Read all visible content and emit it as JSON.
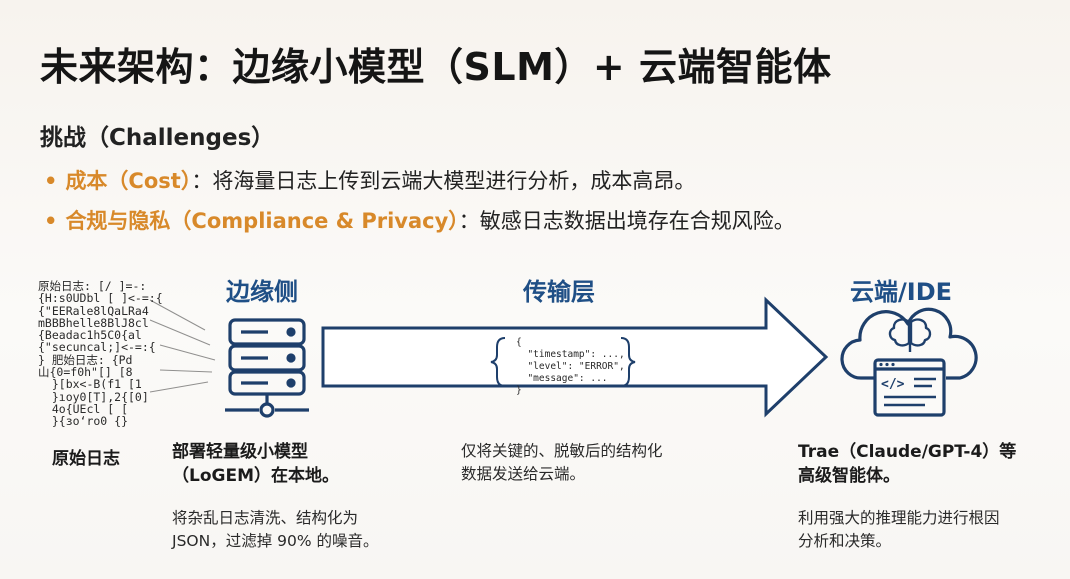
{
  "title": "未来架构：边缘小模型（SLM）+ 云端智能体",
  "challenges": {
    "heading": "挑战（Challenges）",
    "items": [
      {
        "key": "成本（Cost）",
        "text": "：将海量日志上传到云端大模型进行分析，成本高昂。"
      },
      {
        "key": "合规与隐私（Compliance & Privacy）",
        "text": "：敏感日志数据出境存在合规风险。"
      }
    ]
  },
  "raw_logs": {
    "label": "原始日志",
    "lines": [
      "原始日志: [/ ]=-:",
      "{H:s0UDbl [ ]<-=:{",
      "{\"EERale8lQaLRa4",
      "mBBBhelle8BlJ8cl",
      "{Beadac1h5C0{al",
      "{\"secuncal;]<-=:{",
      "} 肥始日志: {Pd",
      "山{0=f0h\"[] [8",
      "  }[bx<-B(f1 [1",
      "  }ıoy0[T],2{[0]",
      "  4o{UEcl [ [",
      "  }{ɜoʻro0 {}"
    ]
  },
  "edge": {
    "heading": "边缘侧",
    "caption_bold": [
      "部署轻量级小模型",
      "（LoGEM）在本地。"
    ],
    "caption": [
      "将杂乱日志清洗、结构化为",
      "JSON，过滤掉 90% 的噪音。"
    ]
  },
  "transport": {
    "heading": "传输层",
    "code_lines": [
      "{",
      "  \"timestamp\": ...,",
      "  \"level\": \"ERROR\",",
      "  \"message\": ...",
      "}"
    ],
    "caption": [
      "仅将关键的、脱敏后的结构化",
      "数据发送给云端。"
    ]
  },
  "cloud": {
    "heading": "云端/IDE",
    "caption_bold": [
      "Trae（Claude/GPT-4）等",
      "高级智能体。"
    ],
    "caption": [
      "利用强大的推理能力进行根因",
      "分析和决策。"
    ]
  },
  "colors": {
    "accent_orange": "#d8892a",
    "heading_blue": "#1f4f86",
    "icon_navy": "#1e3f6b"
  }
}
